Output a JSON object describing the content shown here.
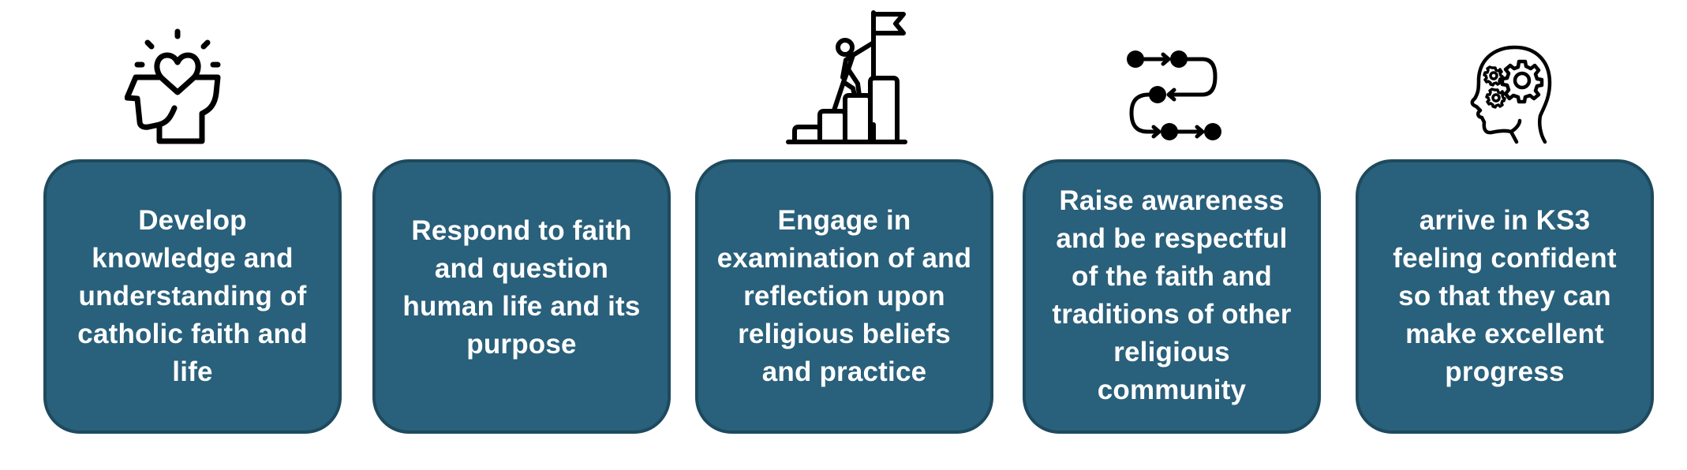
{
  "theme": {
    "card_fill": "#29607b",
    "card_border": "#1e4a5e",
    "card_text": "#ffffff",
    "icon_color": "#000000"
  },
  "cards": [
    {
      "text": "Develop\nknowledge and\nunderstanding of\ncatholic faith and\nlife",
      "icon": "heart-head-icon"
    },
    {
      "text": "Respond to faith\nand question\nhuman life and its\npurpose",
      "icon": null
    },
    {
      "text": "Engage in\nexamination of and\nreflection upon\nreligious beliefs\nand practice",
      "icon": "climbing-steps-flag-icon"
    },
    {
      "text": "Raise awareness\nand be respectful\nof the faith and\ntraditions of other\nreligious\ncommunity",
      "icon": "process-flow-icon"
    },
    {
      "text": "arrive in KS3\nfeeling confident\nso that they can\nmake excellent\nprogress",
      "icon": "head-gears-icon"
    }
  ]
}
